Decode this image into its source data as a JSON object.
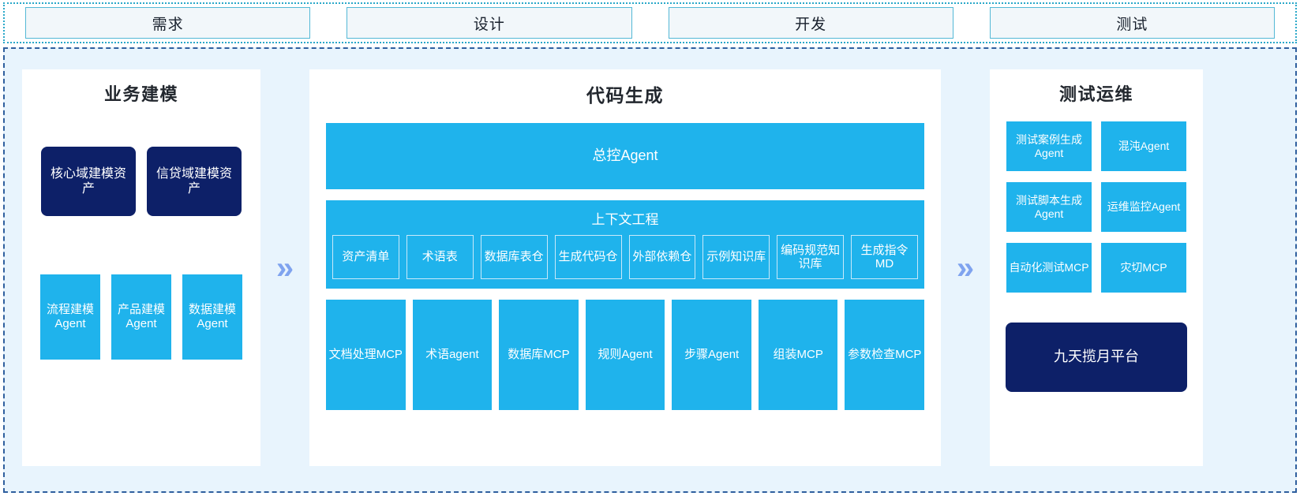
{
  "stages": [
    {
      "label": "需求"
    },
    {
      "label": "设计"
    },
    {
      "label": "开发"
    },
    {
      "label": "测试"
    }
  ],
  "chevron_glyph": "»",
  "colors": {
    "cyan": "#1fb3ec",
    "navy": "#0d2068",
    "panel_bg": "#ffffff",
    "canvas_bg": "#e8f4fd",
    "stage_border": "#53b8d6",
    "chevron": "#7fa3ef"
  },
  "left_panel": {
    "title": "业务建模",
    "assets": [
      {
        "label": "核心域建模资产"
      },
      {
        "label": "信贷域建模资产"
      }
    ],
    "agents": [
      {
        "label": "流程建模Agent"
      },
      {
        "label": "产品建模Agent"
      },
      {
        "label": "数据建模Agent"
      }
    ]
  },
  "mid_panel": {
    "title": "代码生成",
    "master_agent": "总控Agent",
    "context": {
      "title": "上下文工程",
      "items": [
        {
          "label": "资产清单"
        },
        {
          "label": "术语表"
        },
        {
          "label": "数据库表仓"
        },
        {
          "label": "生成代码仓"
        },
        {
          "label": "外部依赖仓"
        },
        {
          "label": "示例知识库"
        },
        {
          "label": "编码规范知识库"
        },
        {
          "label": "生成指令MD"
        }
      ]
    },
    "tools": [
      {
        "label": "文档处理MCP"
      },
      {
        "label": "术语agent"
      },
      {
        "label": "数据库MCP"
      },
      {
        "label": "规则Agent"
      },
      {
        "label": "步骤Agent"
      },
      {
        "label": "组装MCP"
      },
      {
        "label": "参数检查MCP"
      }
    ]
  },
  "right_panel": {
    "title": "测试运维",
    "cards": [
      {
        "label": "测试案例生成Agent"
      },
      {
        "label": "混沌Agent"
      },
      {
        "label": "测试脚本生成Agent"
      },
      {
        "label": "运维监控Agent"
      },
      {
        "label": "自动化测试MCP"
      },
      {
        "label": "灾切MCP"
      }
    ],
    "platform": "九天揽月平台"
  }
}
